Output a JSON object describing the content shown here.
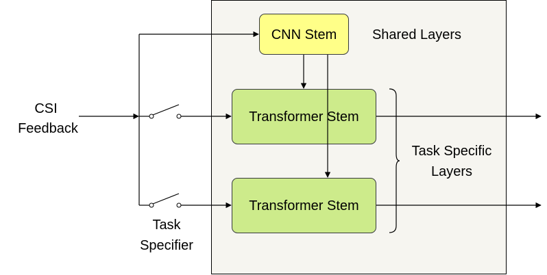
{
  "input": {
    "line1": "CSI",
    "line2": "Feedback"
  },
  "switch_label": {
    "line1": "Task",
    "line2": "Specifier"
  },
  "region_labels": {
    "shared": "Shared Layers",
    "task_specific_line1": "Task Specific",
    "task_specific_line2": "Layers"
  },
  "blocks": {
    "cnn_stem": "CNN Stem",
    "transformer_stem_top": "Transformer Stem",
    "transformer_stem_bottom": "Transformer Stem"
  },
  "colors": {
    "container_fill": "#f6f5f0",
    "cnn_fill": "#ffff88",
    "cnn_stroke": "#36393d",
    "transformer_fill": "#cdeb8b",
    "transformer_stroke": "#36393d"
  }
}
